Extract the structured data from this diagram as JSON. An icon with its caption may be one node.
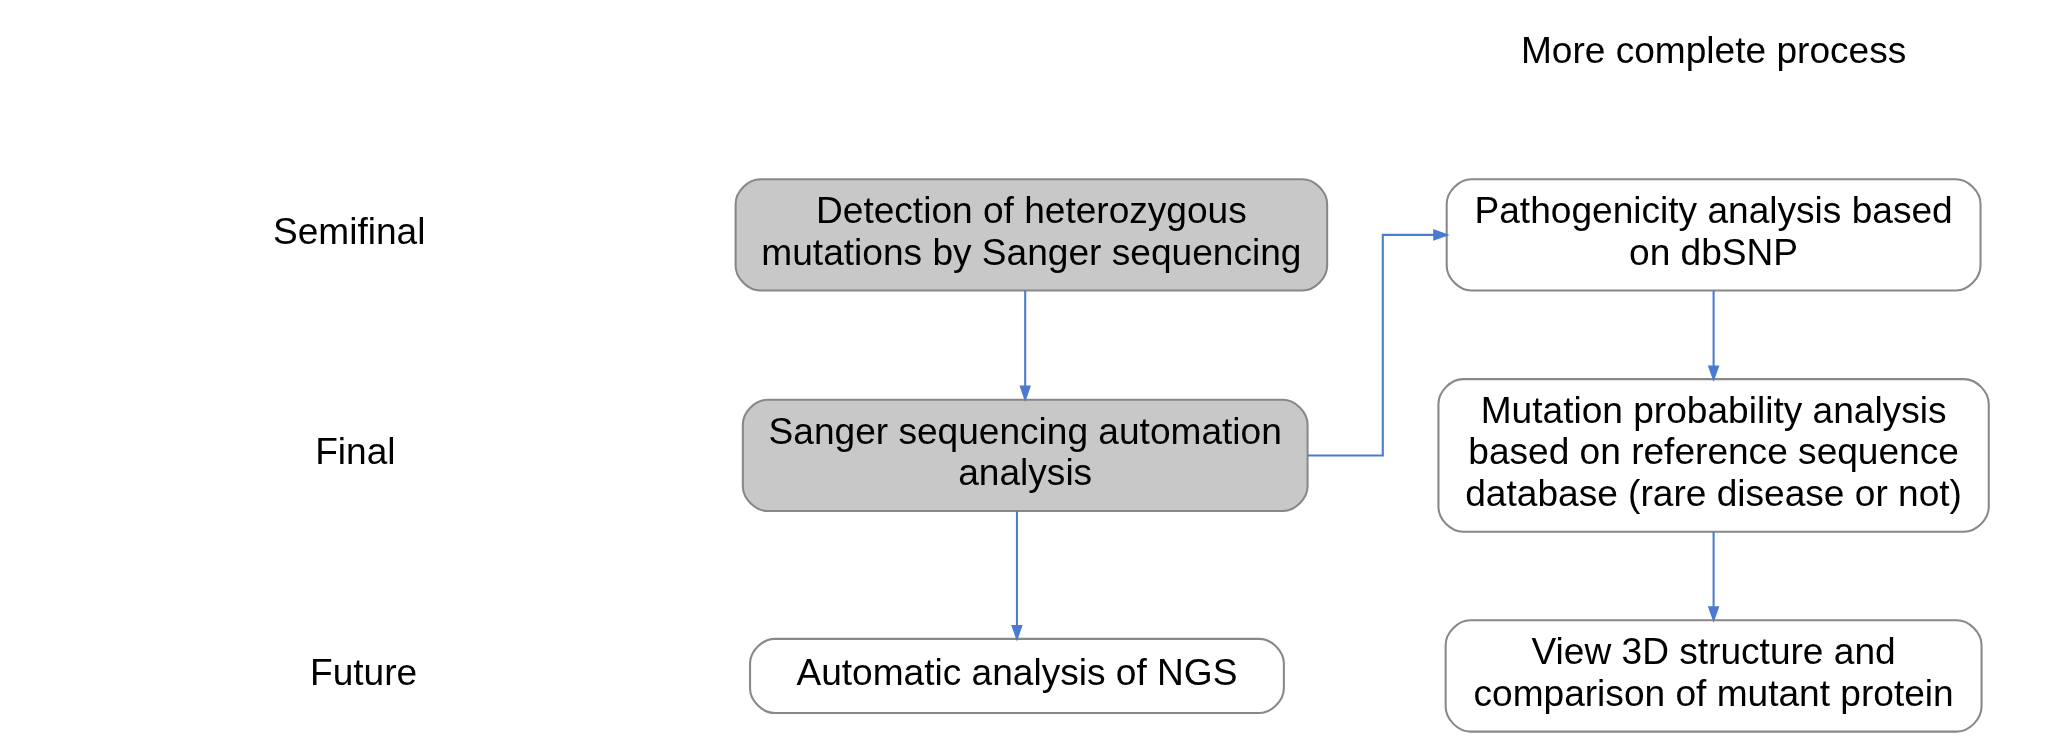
{
  "diagram": {
    "nodes": [
      {
        "text": [
          "Detection of heterozygous mutations by Sanger sequencing"
        ]
      },
      {
        "text": [
          "Sanger sequencing automation analysis"
        ]
      },
      {
        "text": [
          "Automatic analysis of NGS"
        ]
      },
      {
        "text": [
          "Pathogenicity analysis based on dbSNP"
        ]
      },
      {
        "text": [
          "Mutation probability analysis based on reference sequence database (rare disease or not)"
        ]
      },
      {
        "text": [
          "View 3D structure and comparison of mutant protein"
        ]
      }
    ],
    "edges": [
      {
        "from": 0,
        "to": 1,
        "arrow": "to"
      },
      {
        "from": 1,
        "to": 2,
        "arrow": "to"
      },
      {
        "from": 1,
        "to": 3,
        "arrow": "to"
      },
      {
        "from": 3,
        "to": 4,
        "arrow": "to"
      },
      {
        "from": 4,
        "to": 5,
        "arrow": "to"
      }
    ],
    "labels": [
      "More complete process",
      "Semifinal",
      "Final",
      "Future"
    ]
  }
}
